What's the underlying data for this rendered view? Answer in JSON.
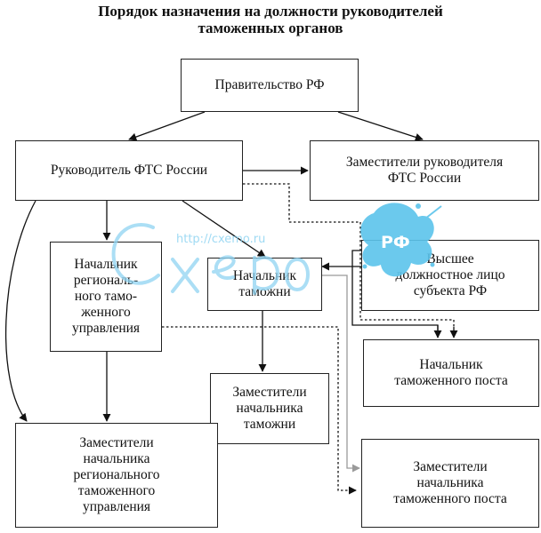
{
  "title": {
    "line1": "Порядок назначения на должности руководителей",
    "line2": "таможенных органов"
  },
  "boxes": {
    "government": "Правительство РФ",
    "fts_head": "Руководитель ФТС России",
    "fts_deputies": {
      "line1": "Заместители руководителя",
      "line2": "ФТС России"
    },
    "regional_head": {
      "line1": "Начальник",
      "line2": "региональ-",
      "line3": "ного тамо-",
      "line4": "женного",
      "line5": "управления"
    },
    "customs_head": {
      "line1": "Начальник",
      "line2": "таможни"
    },
    "region_official": {
      "line1": "Высшее",
      "line2": "должностное лицо",
      "line3": "субъекта РФ"
    },
    "customs_deputies": {
      "line1": "Заместители",
      "line2": "начальника",
      "line3": "таможни"
    },
    "post_head": {
      "line1": "Начальник",
      "line2": "таможенного поста"
    },
    "regional_deputies": {
      "line1": "Заместители",
      "line2": "начальника",
      "line3": "регионального",
      "line4": "таможенного",
      "line5": "управления"
    },
    "post_deputies": {
      "line1": "Заместители",
      "line2": "начальника",
      "line3": "таможенного поста"
    }
  },
  "watermark": {
    "url": "http://cxemo.ru",
    "logo_text": "РФ",
    "color": "#5bc4ec"
  }
}
